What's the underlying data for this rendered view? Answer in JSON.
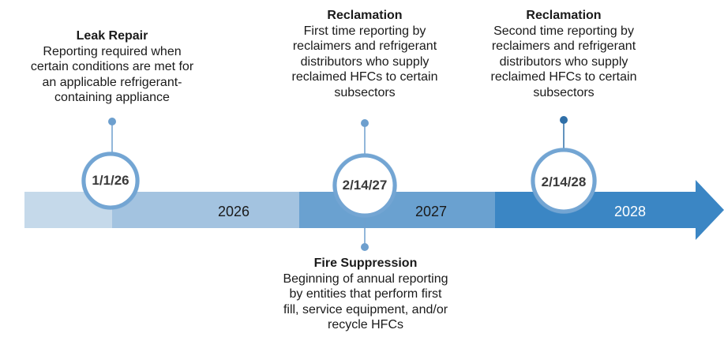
{
  "timeline": {
    "years": [
      {
        "label": "2026"
      },
      {
        "label": "2027"
      },
      {
        "label": "2028"
      }
    ],
    "milestones": [
      {
        "date": "1/1/26",
        "title": "Leak Repair",
        "body": [
          "Reporting required when",
          "certain conditions are met for",
          "an applicable refrigerant-",
          "containing appliance"
        ]
      },
      {
        "date": "2/14/27",
        "title": "Reclamation",
        "body": [
          "First time reporting by",
          "reclaimers and refrigerant",
          "distributors who supply",
          "reclaimed HFCs to certain",
          "subsectors"
        ]
      },
      {
        "date": "2/14/27",
        "title": "Fire Suppression",
        "body": [
          "Beginning of annual reporting",
          "by entities that perform first",
          "fill, service equipment, and/or",
          "recycle HFCs"
        ]
      },
      {
        "date": "2/14/28",
        "title": "Reclamation",
        "body": [
          "Second time reporting by",
          "reclaimers and refrigerant",
          "distributors who supply",
          "reclaimed HFCs to certain",
          "subsectors"
        ]
      }
    ]
  },
  "colors": {
    "segment_pre": "#c5d9ea",
    "segment_2026": "#a3c3e0",
    "segment_2027": "#6aa1d0",
    "segment_2028": "#3b86c4",
    "circle_border": "#73a5d3",
    "connector": "#6d9fce",
    "connector_dark": "#2f6fa8"
  }
}
